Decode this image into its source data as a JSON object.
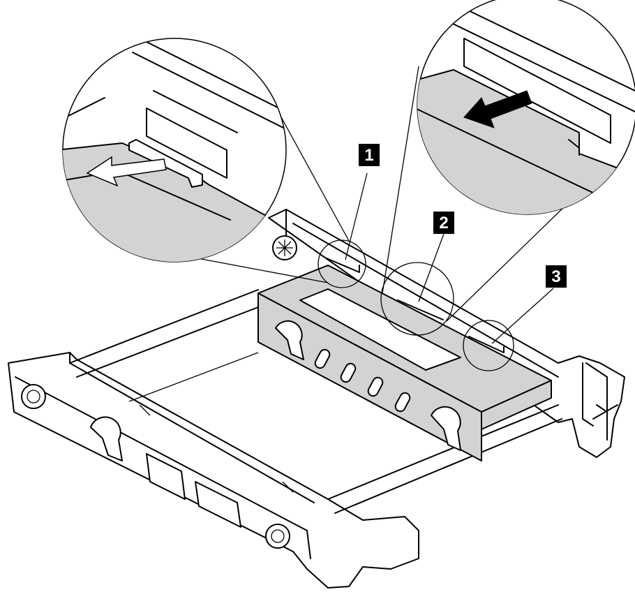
{
  "callouts": [
    {
      "id": "1",
      "label": "1"
    },
    {
      "id": "2",
      "label": "2"
    },
    {
      "id": "3",
      "label": "3"
    }
  ],
  "colors": {
    "stroke": "#000000",
    "part_fill": "#d3d3d3",
    "background": "#ffffff",
    "callout_fill": "#000000",
    "callout_text": "#ffffff"
  },
  "icons": [
    "arrow-icon",
    "screw-icon",
    "keyhole-icon"
  ]
}
